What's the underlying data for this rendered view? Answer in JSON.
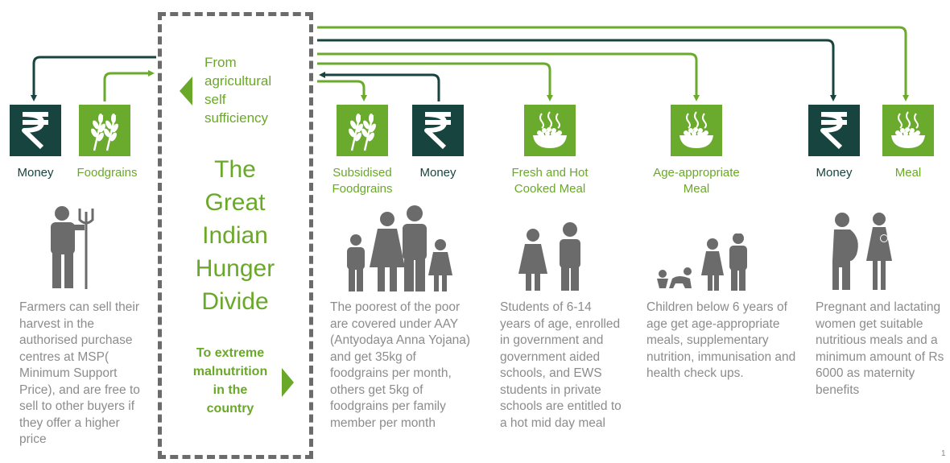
{
  "colors": {
    "dark_teal": "#17443e",
    "green": "#6aaa2c",
    "gray": "#6b6b6b",
    "desc_text": "#8c8c8c"
  },
  "center": {
    "from_text": "From agricultural self sufficiency",
    "title": "The Great Indian Hunger Divide",
    "to_text": "To extreme malnutrition in the country"
  },
  "columns": {
    "farmers": {
      "tiles": [
        {
          "icon": "rupee-icon",
          "label": "Money"
        },
        {
          "icon": "wheat-icon",
          "label": "Foodgrains"
        }
      ],
      "figure": "farmer-icon",
      "description": "Farmers can sell their harvest in the authorised purchase centres at MSP( Minimum Support Price), and are free to sell to other buyers if they offer a higher price"
    },
    "poorest": {
      "tiles": [
        {
          "icon": "wheat-icon",
          "label": "Subsidised Foodgrains"
        },
        {
          "icon": "rupee-icon",
          "label": "Money"
        }
      ],
      "figure": "family-icon",
      "description": "The poorest of the poor are covered under AAY (Antyodaya Anna Yojana) and get 35kg of foodgrains per month, others get 5kg of foodgrains per family member per month"
    },
    "students": {
      "tiles": [
        {
          "icon": "meal-bowl-icon",
          "label": "Fresh and Hot Cooked Meal"
        }
      ],
      "figure": "students-icon",
      "description": "Students of 6-14 years of age, enrolled in government and government aided schools, and EWS students in private schools are entitled to a hot mid day meal"
    },
    "children": {
      "tiles": [
        {
          "icon": "meal-bowl-icon",
          "label": "Age-appropriate Meal"
        }
      ],
      "figure": "children-icon",
      "description": "Children below 6 years of age get age-appropriate meals, supplementary nutrition, immunisation and health check ups."
    },
    "mothers": {
      "tiles": [
        {
          "icon": "rupee-icon",
          "label": "Money"
        },
        {
          "icon": "meal-bowl-icon",
          "label": "Meal"
        }
      ],
      "figure": "pregnant-mother-icon",
      "description": "Pregnant and lactating women get suitable nutritious meals and a minimum amount of Rs 6000 as maternity benefits"
    }
  },
  "page_number": "1"
}
